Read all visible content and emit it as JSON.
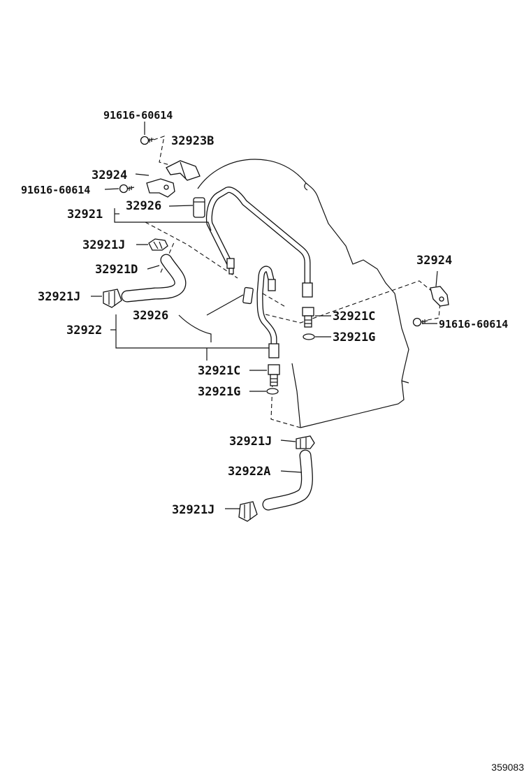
{
  "labels": {
    "bolt_top": "91616-60614",
    "bracket_top": "32923B",
    "clamp_left": "32924",
    "bolt_left": "91616-60614",
    "tube_assy_upper": "32921",
    "grommet_upper": "32926",
    "clip_upper_hose": "32921J",
    "hose_upper": "32921D",
    "clip_upper_hose_end": "32921J",
    "tube_assy_lower": "32922",
    "grommet_lower": "32926",
    "union_lower": "32921C",
    "gasket_lower": "32921G",
    "clamp_right": "32924",
    "bolt_right": "91616-60614",
    "union_right": "32921C",
    "gasket_right": "32921G",
    "clip_lower_top": "32921J",
    "hose_lower": "32922A",
    "clip_lower_end": "32921J"
  },
  "reference_number": "359083"
}
